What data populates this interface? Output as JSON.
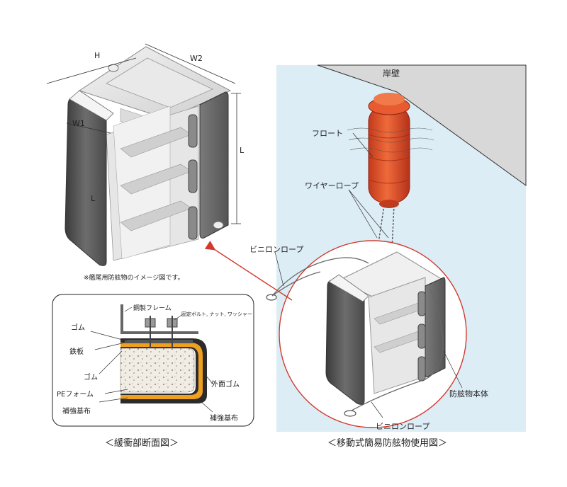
{
  "labels": {
    "dim_h": "H",
    "dim_w2": "W2",
    "dim_w1": "W1",
    "dim_l_left": "L",
    "dim_l_right": "L",
    "image_note": "※艦尾用防舷物のイメージ図です。",
    "steel_frame": "鋼製フレーム",
    "fixing": "固定ボルト, ナット, ワッシャー",
    "rubber_top": "ゴム",
    "iron_plate": "鉄板",
    "rubber_mid": "ゴム",
    "pe_foam": "PEフォーム",
    "reinforce_left": "補強基布",
    "outer_rubber": "外面ゴム",
    "reinforce_right": "補強基布",
    "caption_section": "＜緩衝部断面図＞",
    "quay": "岸壁",
    "float": "フロート",
    "wire_rope": "ワイヤーロープ",
    "vinylon_top": "ビニロンロープ",
    "fender_body": "防舷物本体",
    "vinylon_bottom": "ビニロンロープ",
    "caption_usage": "＜移動式簡易防舷物使用図＞"
  }
}
